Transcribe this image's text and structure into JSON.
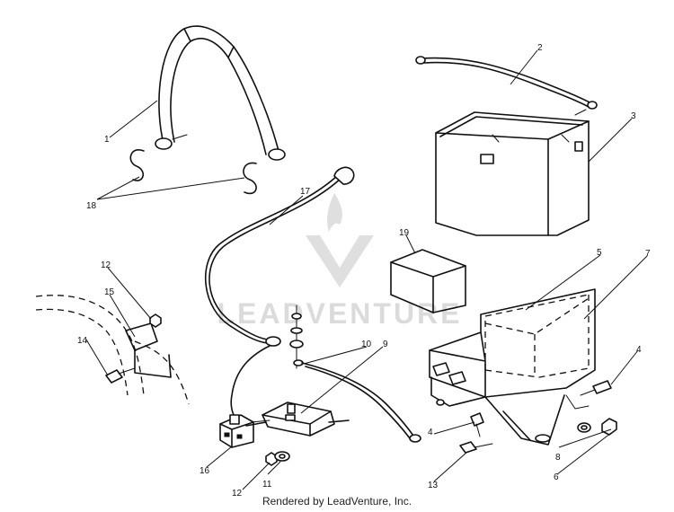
{
  "diagram": {
    "callouts": {
      "c1": "1",
      "c2": "2",
      "c3": "3",
      "c4a": "4",
      "c4b": "4",
      "c5": "5",
      "c6": "6",
      "c7": "7",
      "c8": "8",
      "c9": "9",
      "c10": "10",
      "c11": "11",
      "c12a": "12",
      "c12b": "12",
      "c13": "13",
      "c14": "14",
      "c15": "15",
      "c16": "16",
      "c17": "17",
      "c18": "18",
      "c19": "19"
    }
  },
  "watermark": {
    "text": "LEADVENTURE"
  },
  "footer": {
    "text": "Rendered by LeadVenture, Inc."
  }
}
